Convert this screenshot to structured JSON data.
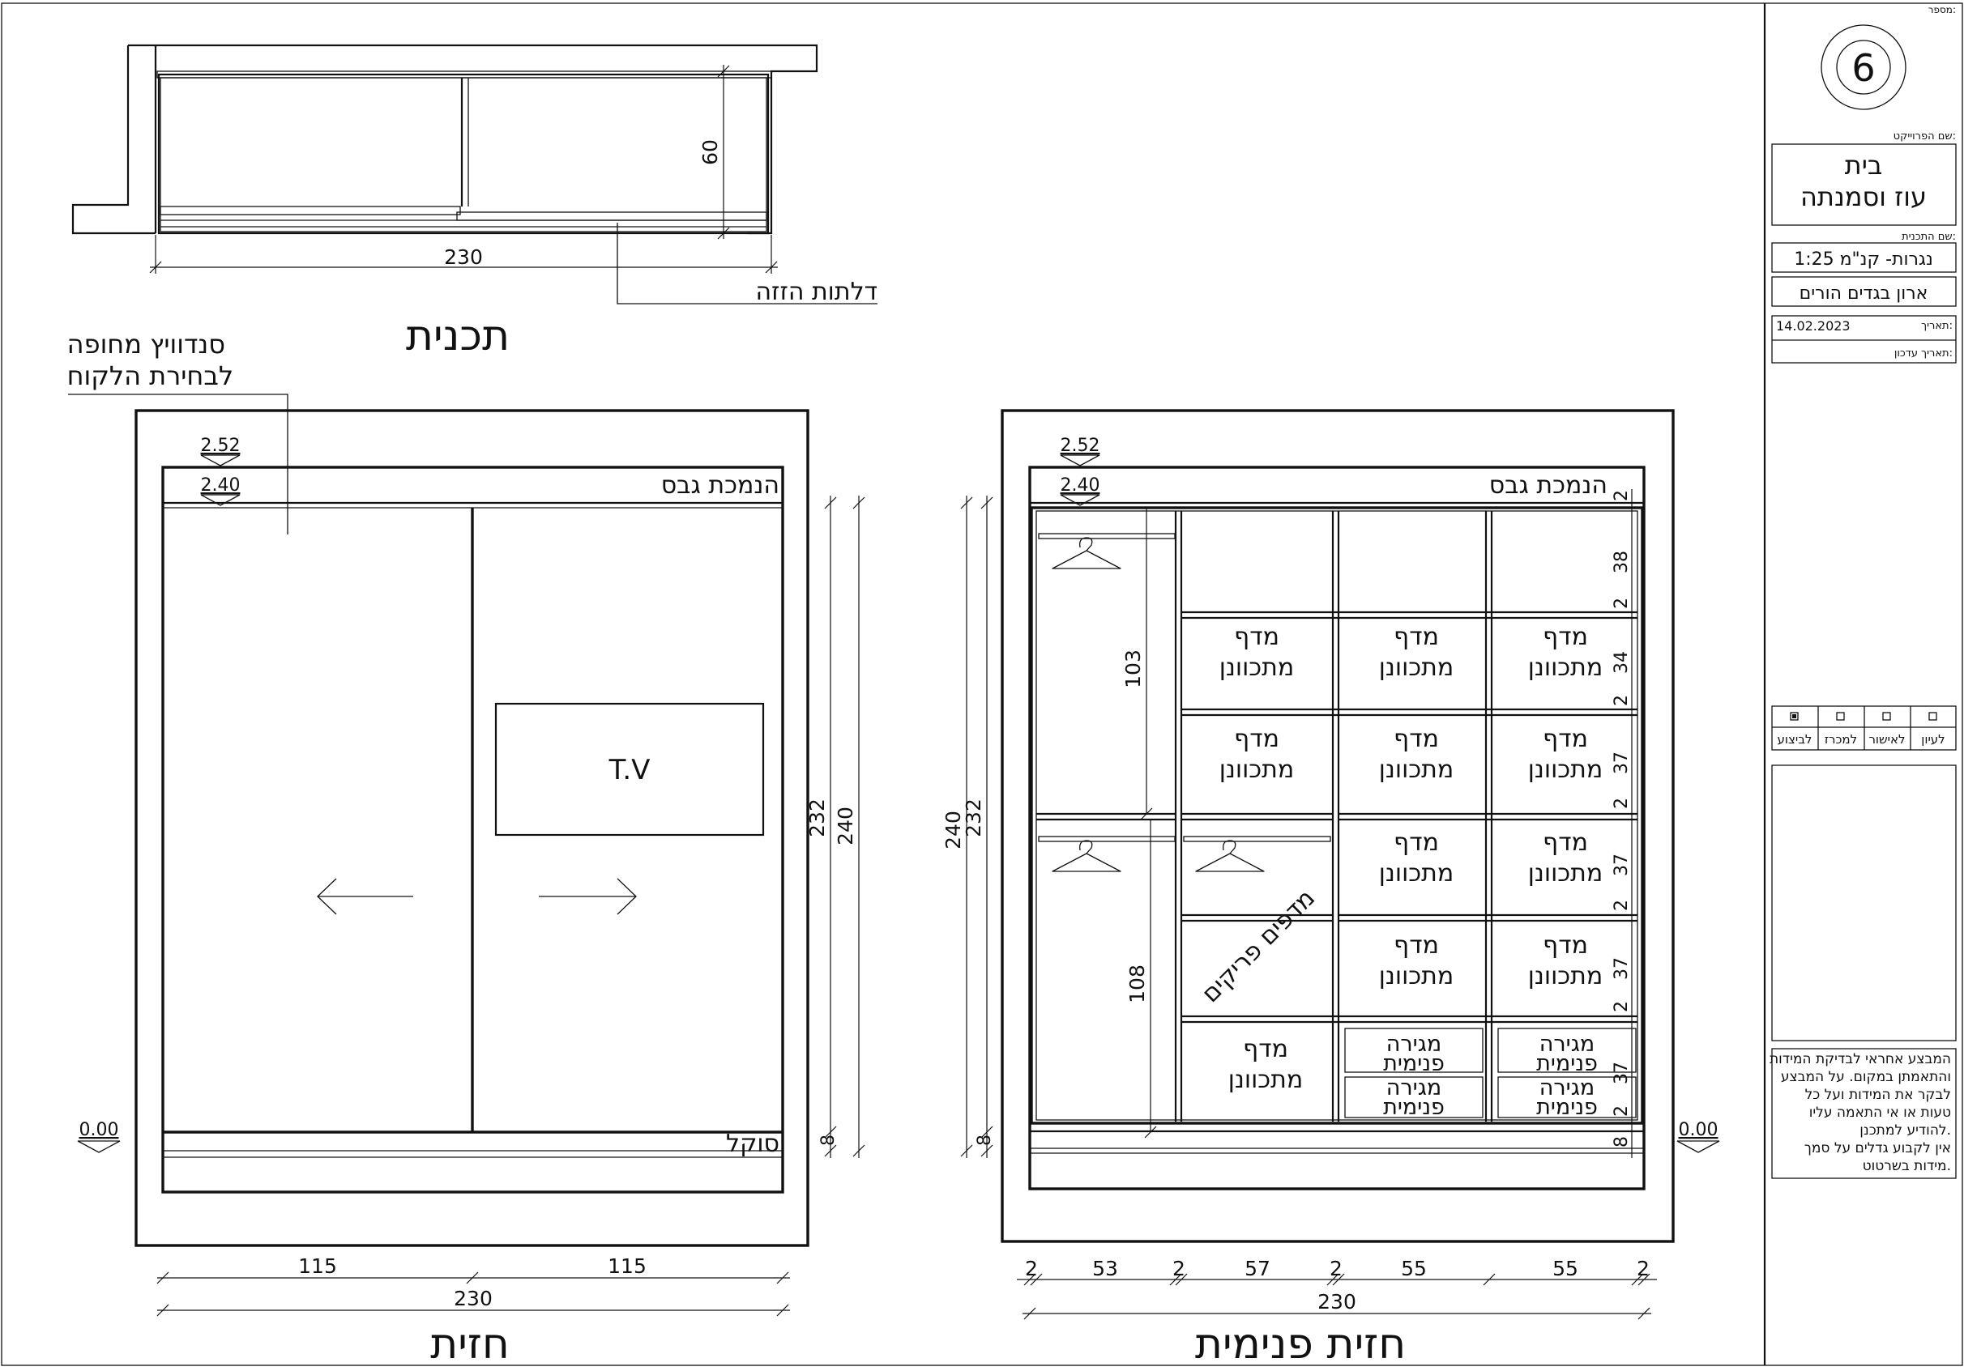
{
  "title_block": {
    "number_label": "מספר:",
    "sheet_number": "6",
    "project_label": "שם הפרוייקט:",
    "project_line1": "בית",
    "project_line2": "עוז וסמנתה",
    "plan_label": "שם התכנית:",
    "plan_name": "נגרות- קנ\"מ 1:25",
    "item_name": "ארון בגדים הורים",
    "date_label": "תאריך:",
    "date_value": "14.02.2023",
    "update_label": "תאריך עדכון:",
    "status": [
      {
        "label": "לעיון",
        "checked": false
      },
      {
        "label": "לאישור",
        "checked": false
      },
      {
        "label": "למכרז",
        "checked": false
      },
      {
        "label": "לביצוע",
        "checked": true
      }
    ],
    "disclaimer": [
      "המבצע אחראי לבדיקת המידות",
      "והתאמתן במקום. על המבצע",
      "לבקר את המידות ועל כל",
      "טעות או אי התאמה עליו",
      "להודיע למתכנן.",
      "אין לקבוע גדלים על סמך",
      "מידות בשרטוט."
    ]
  },
  "plan_view": {
    "title": "תכנית",
    "width_dim": "230",
    "depth_dim": "60",
    "sliding_doors_note": "דלתות הזזה"
  },
  "front_view": {
    "title": "חזית",
    "sandwich_note_line1": "סנדוויץ מחופה",
    "sandwich_note_line2": "לבחירת הלקוח",
    "ceiling_label": "הנמכת גבס",
    "level_top": "2.52",
    "level_ceiling": "2.40",
    "level_floor": "0.00",
    "tv_label": "T.V",
    "plinth_label": "סוקל",
    "dim_232": "232",
    "dim_240": "240",
    "dim_8": "8",
    "door_left": "115",
    "door_right": "115",
    "total_width": "230"
  },
  "interior_view": {
    "title": "חזית פנימית",
    "ceiling_label": "הנמכת גבס",
    "level_top": "2.52",
    "level_ceiling": "2.40",
    "level_floor": "0.00",
    "dim_240": "240",
    "dim_232": "232",
    "dim_8": "8",
    "hang_upper": "103",
    "hang_lower": "108",
    "shelf_label_line1": "מדף",
    "shelf_label_line2": "מתכוונן",
    "drawer_label_line1": "מגירה",
    "drawer_label_line2": "פנימית",
    "spare_shelves": "מדפים פריקים",
    "right_dims": [
      "2",
      "38",
      "2",
      "34",
      "2",
      "37",
      "2",
      "37",
      "2",
      "37",
      "2",
      "37",
      "2",
      "8"
    ],
    "bottom_dims": [
      "2",
      "53",
      "2",
      "57",
      "2",
      "55",
      "55",
      "2"
    ],
    "total_width": "230"
  }
}
